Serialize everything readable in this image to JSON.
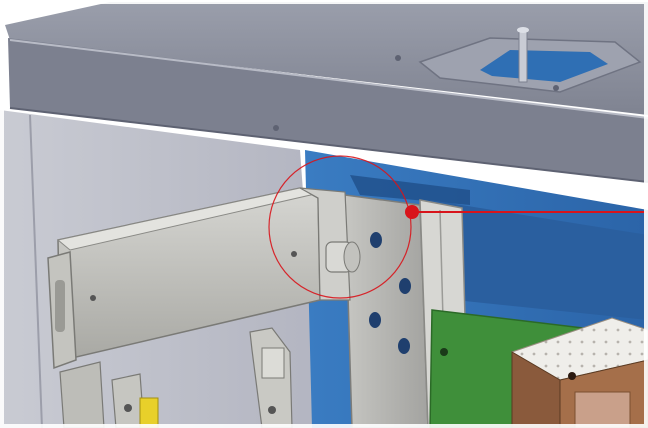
{
  "scene": {
    "subject": "cad-assembly-hinge-detail",
    "colors": {
      "frame_top": "#8a8e9c",
      "frame_front": "#7d8190",
      "interior_wall": "#bdbfca",
      "blue_panel": "#2f6fb4",
      "blue_panel_dark": "#1f4f8a",
      "bracket": "#bcbcb6",
      "green_board": "#3f8f3a",
      "box_brown": "#8a5a3c",
      "callout_red": "#d8141b"
    },
    "callout": {
      "shape": "circle",
      "leader": "horizontal-line-right",
      "marker": "filled-dot"
    }
  }
}
